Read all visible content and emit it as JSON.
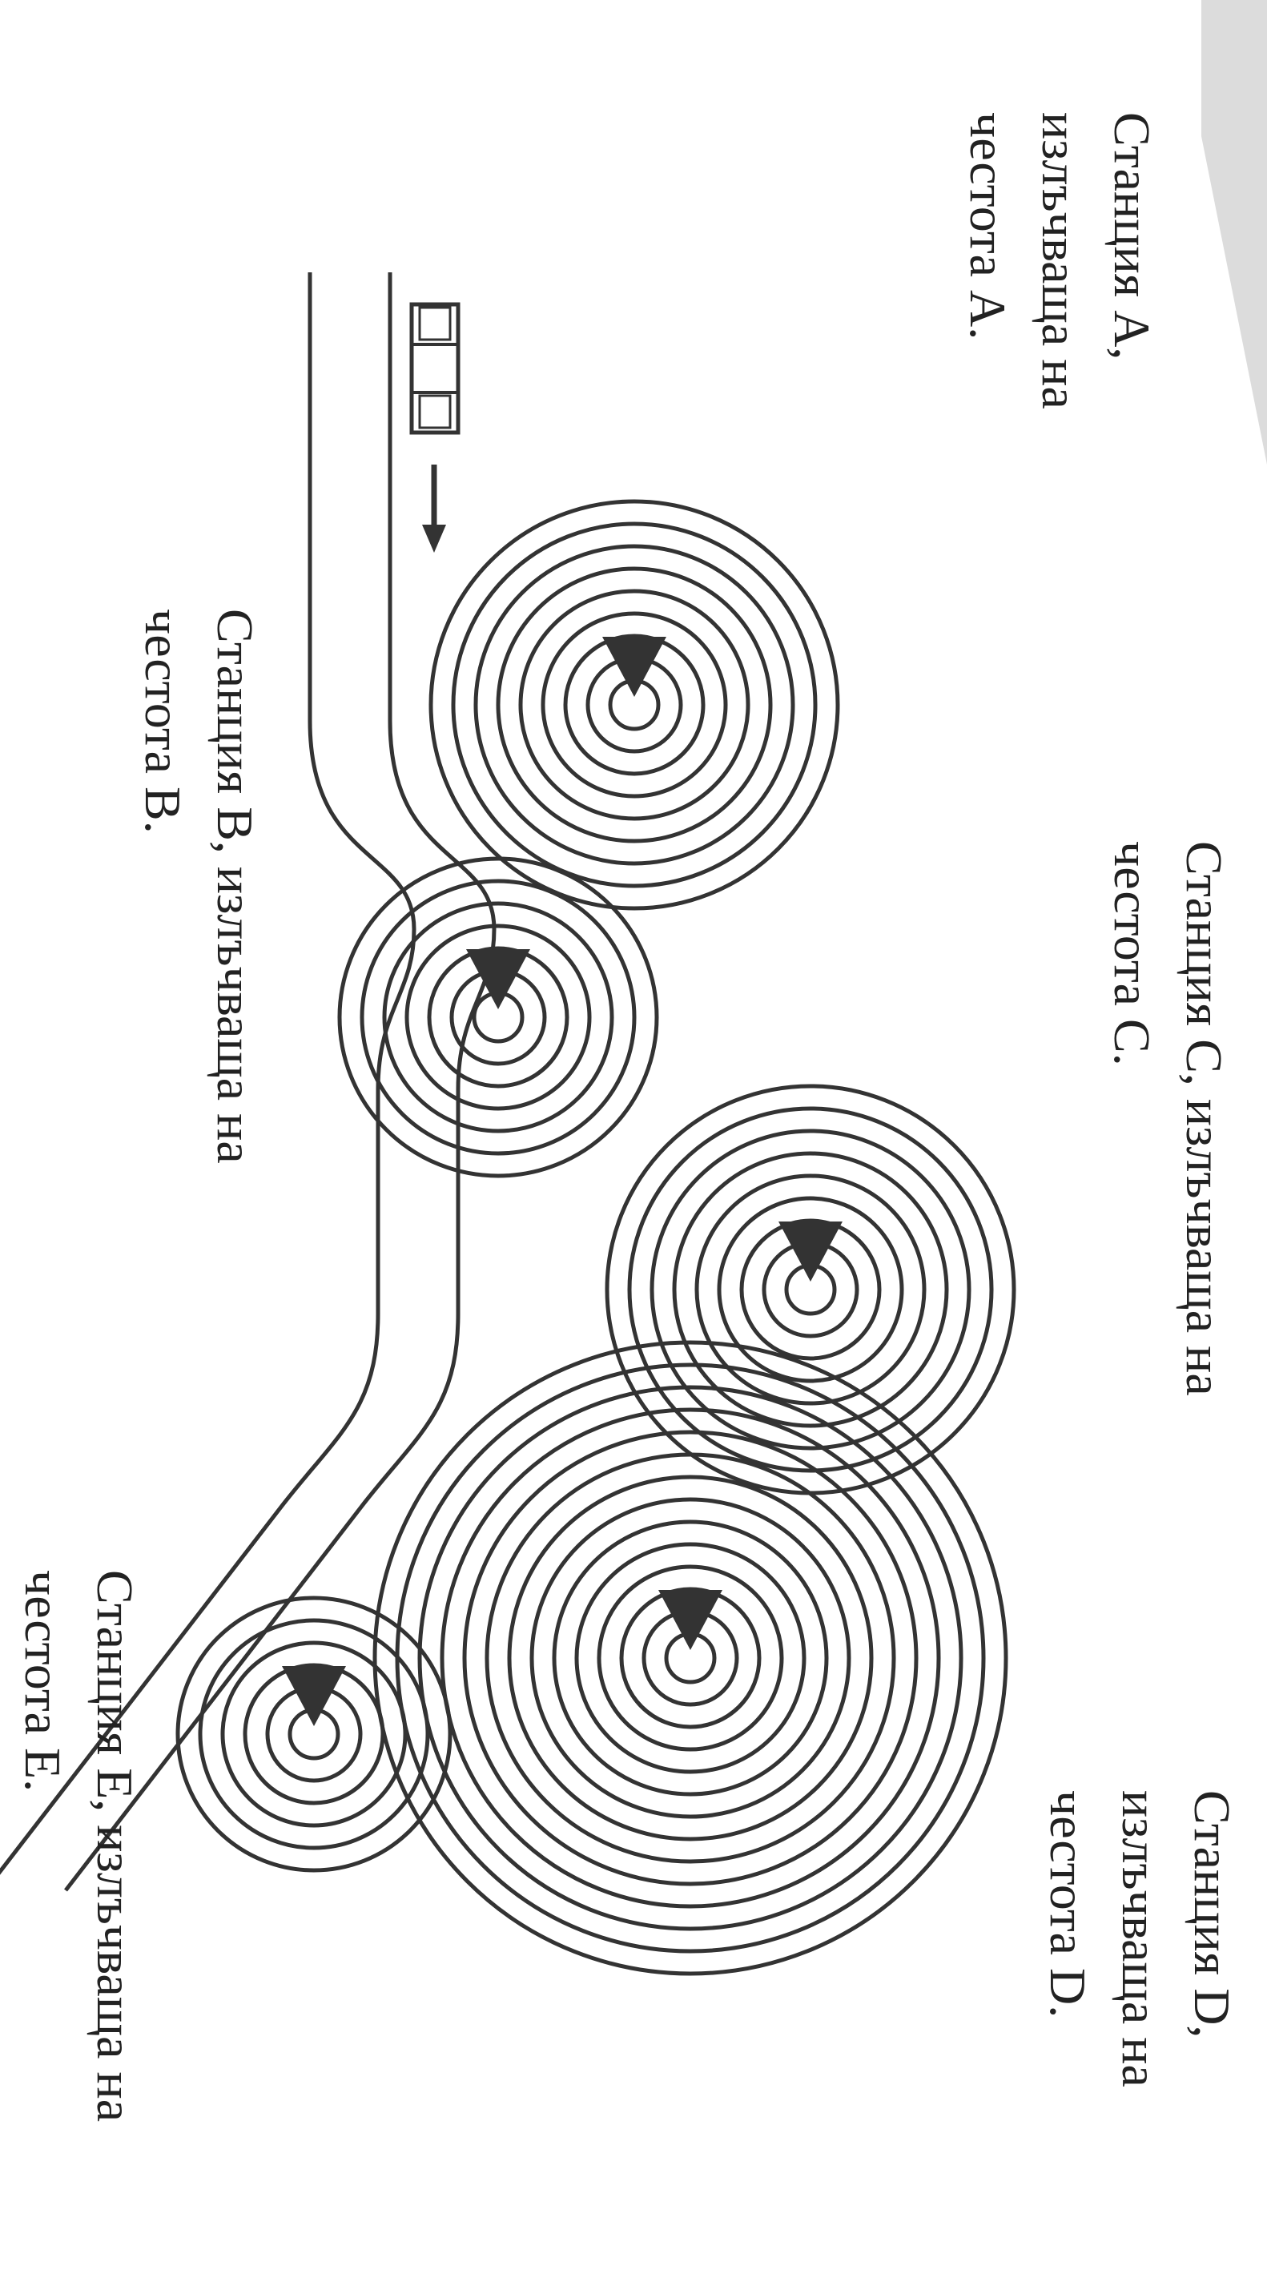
{
  "diagram": {
    "stations": [
      {
        "id": "A",
        "lines": [
          "Станция А,",
          "излъчваща на",
          "честота А."
        ],
        "rings": 9
      },
      {
        "id": "B",
        "lines": [
          "Станция B, излъчваща на",
          "честота B."
        ],
        "rings": 7
      },
      {
        "id": "C",
        "lines": [
          "Станция C, излъчваща на",
          "честота C."
        ],
        "rings": 9
      },
      {
        "id": "D",
        "lines": [
          "Станция D,",
          "излъчваща на",
          "честота D."
        ],
        "rings": 14
      },
      {
        "id": "E",
        "lines": [
          "Станция E, излъчваща на",
          "честота E."
        ],
        "rings": 6
      }
    ],
    "colors": {
      "ink": "#333333",
      "text": "#222222",
      "corner": "#dcdcdc",
      "background": "#ffffff"
    },
    "icons": [
      "car-icon",
      "direction-arrow-icon",
      "transmitter-icon"
    ]
  }
}
